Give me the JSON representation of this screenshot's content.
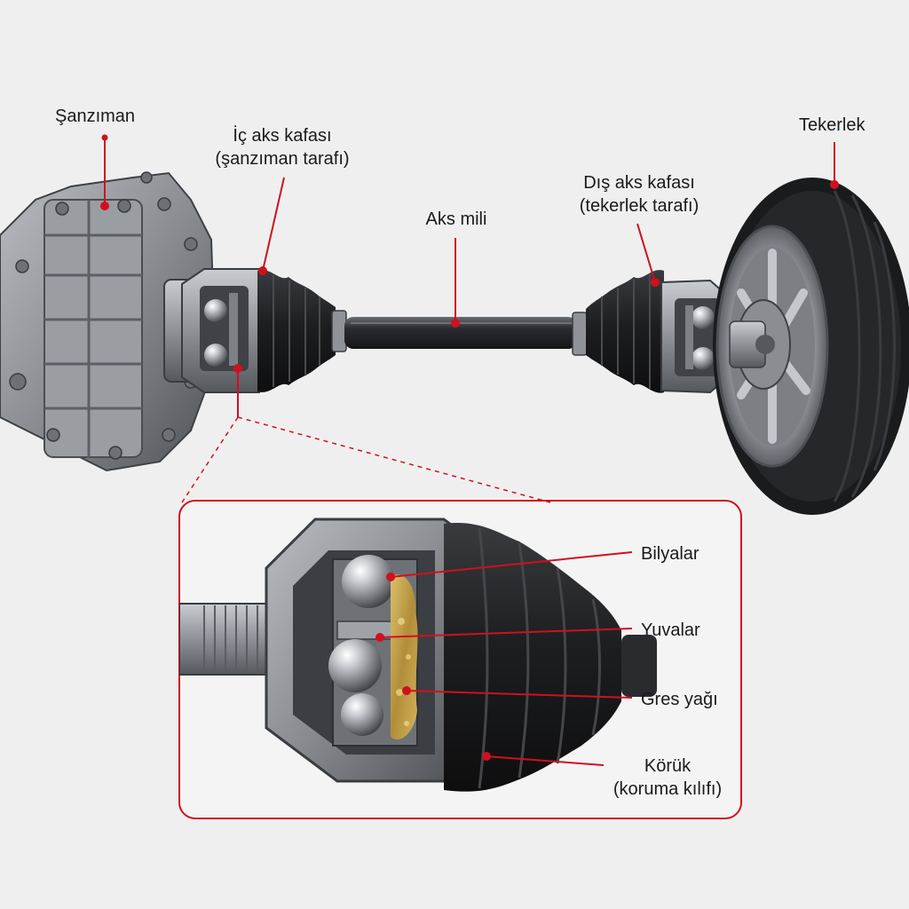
{
  "colors": {
    "background": "#efefef",
    "leader": "#d0101e",
    "metal_dark": "#4a4d52",
    "metal_light": "#b8bcc1",
    "rubber": "#1d1e20",
    "grease": "#c9a44a"
  },
  "labels": {
    "transmission": "Şanzıman",
    "inner_joint_line1": "İç aks kafası",
    "inner_joint_line2": "(şanzıman tarafı)",
    "axle_shaft": "Aks mili",
    "outer_joint_line1": "Dış aks kafası",
    "outer_joint_line2": "(tekerlek tarafı)",
    "wheel": "Tekerlek",
    "balls": "Bilyalar",
    "races": "Yuvalar",
    "grease": "Gres yağı",
    "boot_line1": "Körük",
    "boot_line2": "(koruma kılıfı)"
  },
  "icons": {
    "transmission": "transmission-housing-icon",
    "wheel": "tire-wheel-icon",
    "joint": "cv-joint-icon"
  }
}
